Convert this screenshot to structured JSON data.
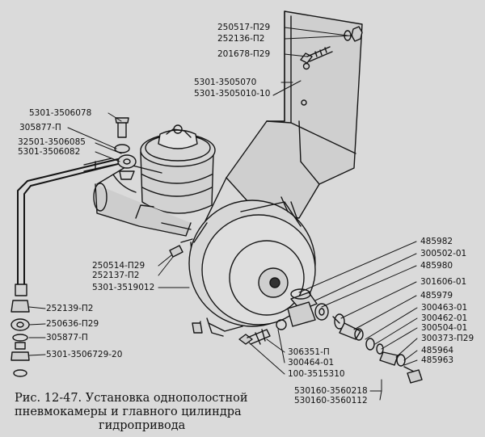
{
  "labels": {
    "l250517": "250517-П29",
    "l252136": "252136-П2",
    "l201678": "201678-П29",
    "l5301_3505070": "5301-3505070",
    "l5301_3505010_10": "5301-3505010-10",
    "l5301_3506078": "5301-3506078",
    "l305877_top": "305877-П",
    "l32501_3506085": "32501-3506085",
    "l5301_3506082": "5301-3506082",
    "l250514": "250514-П29",
    "l252137": "252137-П2",
    "l5301_3519012": "5301-3519012",
    "l252139": "252139-П2",
    "l250636": "250636-П29",
    "l305877_bottom": "305877-П",
    "l5301_3506729_20": "5301-3506729-20",
    "l485982": "485982",
    "l300502": "300502-01",
    "l485980": "485980",
    "l301606": "301606-01",
    "l485979": "485979",
    "l300463": "300463-01",
    "l300462": "300462-01",
    "l300504": "300504-01",
    "l300373": "300373-П29",
    "l485964": "485964",
    "l485963": "485963",
    "l306351": "306351-П",
    "l300464": "300464-01",
    "l100_3515310": "100-3515310",
    "l530160_3560218": "530160-3560218",
    "l530160_3560112": "530160-3560112"
  },
  "caption": {
    "line1": "Рис. 12-47. Установка однополостной",
    "line2": "пневмокамеры и главного цилиндра",
    "line3": "гидропривода"
  }
}
